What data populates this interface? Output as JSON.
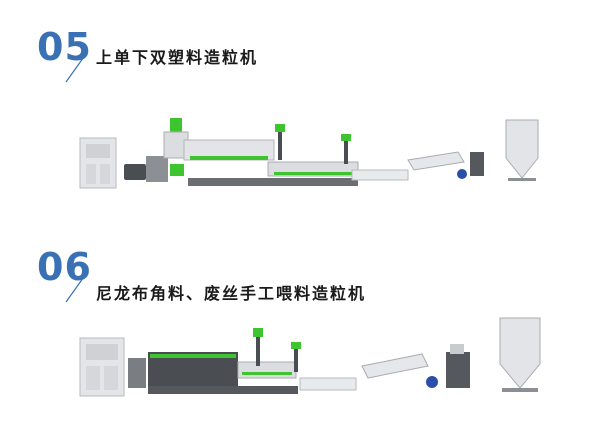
{
  "sections": [
    {
      "number": "05",
      "title": "上单下双塑料造粒机"
    },
    {
      "number": "06",
      "title": "尼龙布角料、废丝手工喂料造粒机"
    }
  ],
  "colors": {
    "number": "#3a71b5",
    "accent_green": "#3ec42f",
    "machine_light": "#dcdde0",
    "machine_dark": "#4a4d52",
    "conveyor_blue": "#2b4fa8"
  }
}
